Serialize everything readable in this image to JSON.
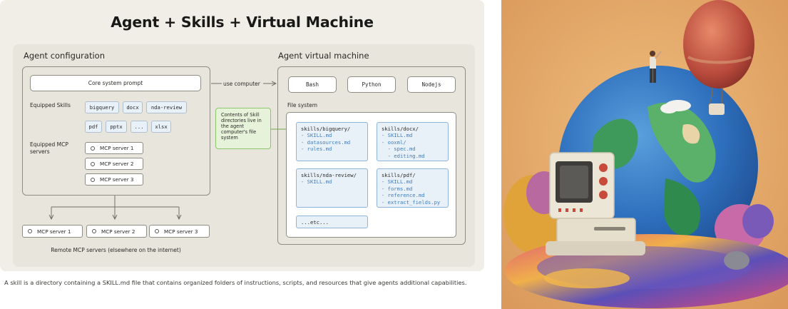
{
  "diagram": {
    "title": "Agent + Skills + Virtual Machine",
    "agent_config": {
      "heading": "Agent configuration",
      "core_prompt": "Core system prompt",
      "skills_label": "Equipped Skills",
      "skills": [
        "bigquery",
        "docx",
        "nda-review",
        "pdf",
        "pptx",
        "...",
        "xlsx"
      ],
      "mcp_label": "Equipped MCP servers",
      "mcp_servers": [
        "MCP server 1",
        "MCP server 2",
        "MCP server 3"
      ]
    },
    "use_computer_label": "use computer",
    "note": "Contents of Skill directories live in the agent computer's file system",
    "vm": {
      "heading": "Agent virtual machine",
      "tools": [
        "Bash",
        "Python",
        "Nodejs"
      ],
      "fs_label": "File system",
      "dirs": [
        {
          "name": "skills/bigquery/",
          "files": [
            "- SKILL.md",
            "- datasources.md",
            "- rules.md"
          ]
        },
        {
          "name": "skills/docx/",
          "files": [
            "- SKILL.md",
            "- ooxml/",
            "  - spec.md",
            "  - editing.md"
          ]
        },
        {
          "name": "skills/nda-review/",
          "files": [
            "- SKILL.md"
          ]
        },
        {
          "name": "skills/pdf/",
          "files": [
            "- SKILL.md",
            "- forms.md",
            "- reference.md",
            "- extract_fields.py"
          ]
        },
        {
          "name": "...etc...",
          "files": []
        }
      ]
    },
    "remote": {
      "servers": [
        "MCP server 1",
        "MCP server 2",
        "MCP server 3"
      ],
      "label": "Remote MCP servers (elsewhere on the internet)"
    },
    "caption": "A skill is a directory containing a SKILL.md file that contains organized folders of instructions, scripts, and resources that give agents additional capabilities."
  },
  "illustration": {
    "subject": "stylized textured globe with a retro computer, a hot-air balloon and a person standing on top",
    "background_color": "#e2a968"
  }
}
